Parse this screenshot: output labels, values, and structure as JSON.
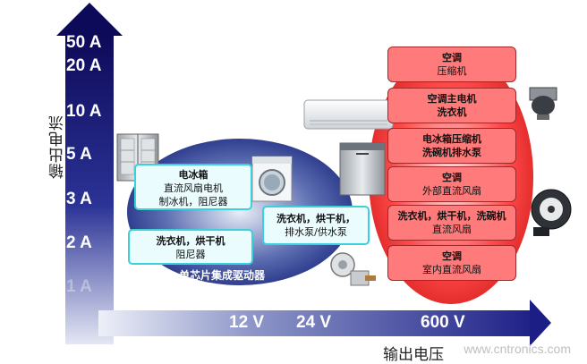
{
  "y_axis": {
    "title": "输出电流",
    "ticks": [
      "50 A",
      "20 A",
      "10 A",
      "5 A",
      "3 A",
      "2 A",
      "1 A"
    ]
  },
  "x_axis": {
    "title": "输出电压",
    "ticks": [
      "12 V",
      "24 V",
      "600 V"
    ]
  },
  "low_voltage_zone": {
    "label": "单芯片集成驱动器",
    "boxes": [
      {
        "lines": [
          "电冰箱",
          "直流风扇电机",
          "制冰机，阻尼器"
        ]
      },
      {
        "lines": [
          "洗衣机，烘干机",
          "阻尼器"
        ]
      },
      {
        "lines": [
          "洗衣机，烘干机，",
          "排水泵/供水泵"
        ]
      }
    ]
  },
  "high_voltage_zone": {
    "boxes": [
      {
        "lines": [
          "空调",
          "压缩机"
        ]
      },
      {
        "lines": [
          "空调主电机",
          "洗衣机"
        ]
      },
      {
        "lines": [
          "电冰箱压缩机",
          "洗碗机排水泵"
        ]
      },
      {
        "lines": [
          "空调",
          "外部直流风扇"
        ]
      },
      {
        "lines": [
          "洗衣机，烘干机，洗碗机",
          "直流风扇"
        ]
      },
      {
        "lines": [
          "空调",
          "室内直流风扇"
        ]
      }
    ]
  },
  "images": [
    "refrigerator-image",
    "washing-machine-image",
    "air-conditioner-image",
    "dishwasher-image",
    "drain-pump-image",
    "motor-image",
    "blower-fan-image"
  ],
  "colors": {
    "axis_blue": "#17137a",
    "zone_blue": "#2c3a8a",
    "zone_red": "#e81d1d",
    "blue_box_fill": "#eafcfe",
    "blue_box_border": "#3bd0dc",
    "red_box_fill": "#ff7a7a"
  },
  "watermark": "www.cntronics.com"
}
